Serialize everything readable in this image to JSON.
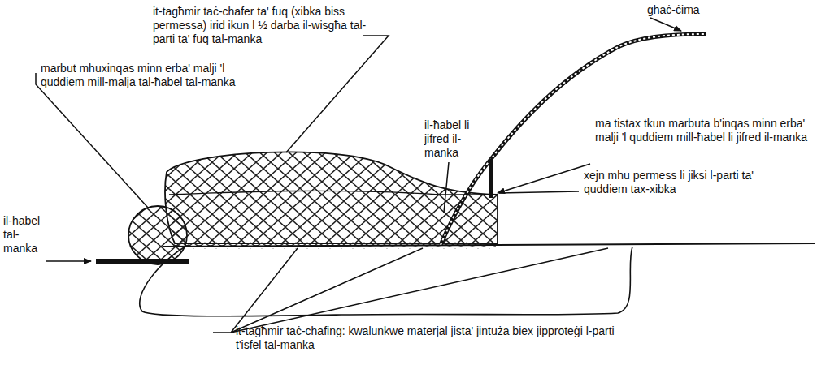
{
  "diagram": {
    "labels": [
      "it-tagħmir taċ-chafer ta' fuq (xibka biss permessa) irid ikun l ½ darba il-wisgħa tal-parti ta' fuq tal-manka",
      "marbut mhuxinqas minn erba' malji 'l quddiem mill-malja tal-ħabel tal-manka",
      "għaċ-ċima",
      "il-ħabel li jifred il-manka",
      "ma tistax tkun marbuta b'inqas minn erba' malji 'l quddiem mill-ħabel li jifred il-manka",
      "xejn mhu permess li jiksi l-parti ta' quddiem tax-xibka",
      "il-ħabel tal-manka",
      "it-tagħmir taċ-chafing: kwalunkwe materjal jista' jintuża biex jipproteġi l-parti t'isfel tal-manka"
    ]
  }
}
